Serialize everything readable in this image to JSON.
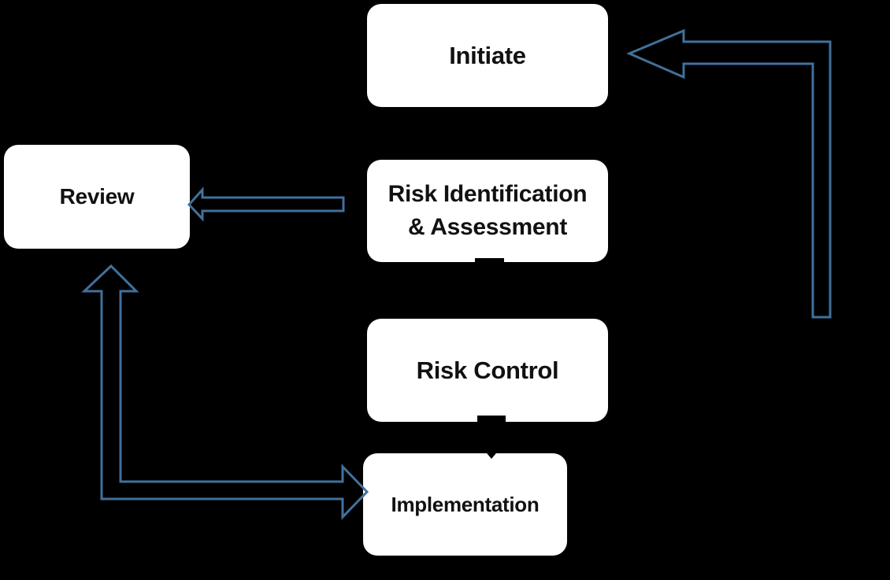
{
  "title": "Risk management process cycle diagram",
  "colors": {
    "background": "#000000",
    "node_fill": "#ffffff",
    "node_text": "#111111",
    "arrow_accent": "#41719C",
    "connector_black": "#000000"
  },
  "diagram": {
    "nodes": [
      {
        "id": "initiate",
        "label": "Initiate"
      },
      {
        "id": "risk-identification-assessment",
        "label": "Risk Identification & Assessment",
        "lines": [
          "Risk Identification",
          "& Assessment"
        ]
      },
      {
        "id": "risk-control",
        "label": "Risk Control"
      },
      {
        "id": "implementation",
        "label": "Implementation"
      },
      {
        "id": "review",
        "label": "Review"
      }
    ],
    "edges": [
      {
        "from": "initiate",
        "to": "risk-identification-assessment",
        "style": "solid-black-arrow-down",
        "note": "hidden against black background"
      },
      {
        "from": "risk-identification-assessment",
        "to": "risk-control",
        "style": "solid-black-arrow-down",
        "note": "visible only as dark notch on box edge"
      },
      {
        "from": "risk-control",
        "to": "implementation",
        "style": "solid-black-arrow-down",
        "note": "visible only as dark notches on box edges"
      },
      {
        "from": "risk-identification-assessment",
        "to": "review",
        "style": "hollow-blue-arrow-left"
      },
      {
        "between": [
          "implementation",
          "review"
        ],
        "style": "hollow-blue-elbow-double-headed",
        "heads": [
          "up-into-review",
          "right-into-implementation"
        ]
      },
      {
        "from": "right-side-loop",
        "to": "initiate",
        "style": "hollow-blue-elbow-arrow-left"
      }
    ]
  }
}
